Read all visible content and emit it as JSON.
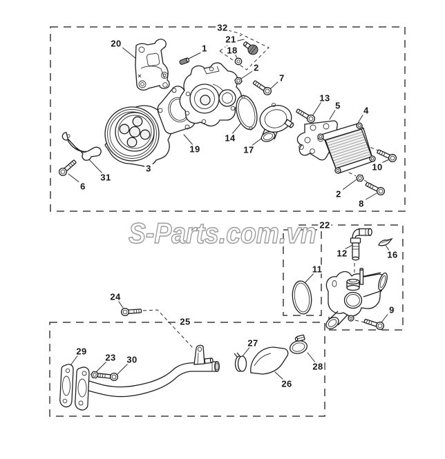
{
  "watermark": {
    "text": "S-Parts.com.vn"
  },
  "colors": {
    "line": "#1c1c1c",
    "watermark_outline": "#9a9a9a",
    "background": "#ffffff"
  },
  "callouts": {
    "c20": "20",
    "c1": "1",
    "c32": "32",
    "c21": "21",
    "c18": "18",
    "c2_upper": "2",
    "c7": "7",
    "c13": "13",
    "c5": "5",
    "c4": "4",
    "c14": "14",
    "c17": "17",
    "c19": "19",
    "c3": "3",
    "c31": "31",
    "c6": "6",
    "c10": "10",
    "c2_lower": "2",
    "c8": "8",
    "c22": "22",
    "c12": "12",
    "c16": "16",
    "c11": "11",
    "c9": "9",
    "c24": "24",
    "c25": "25",
    "c29": "29",
    "c23": "23",
    "c30": "30",
    "c27": "27",
    "c26": "26",
    "c28": "28"
  }
}
